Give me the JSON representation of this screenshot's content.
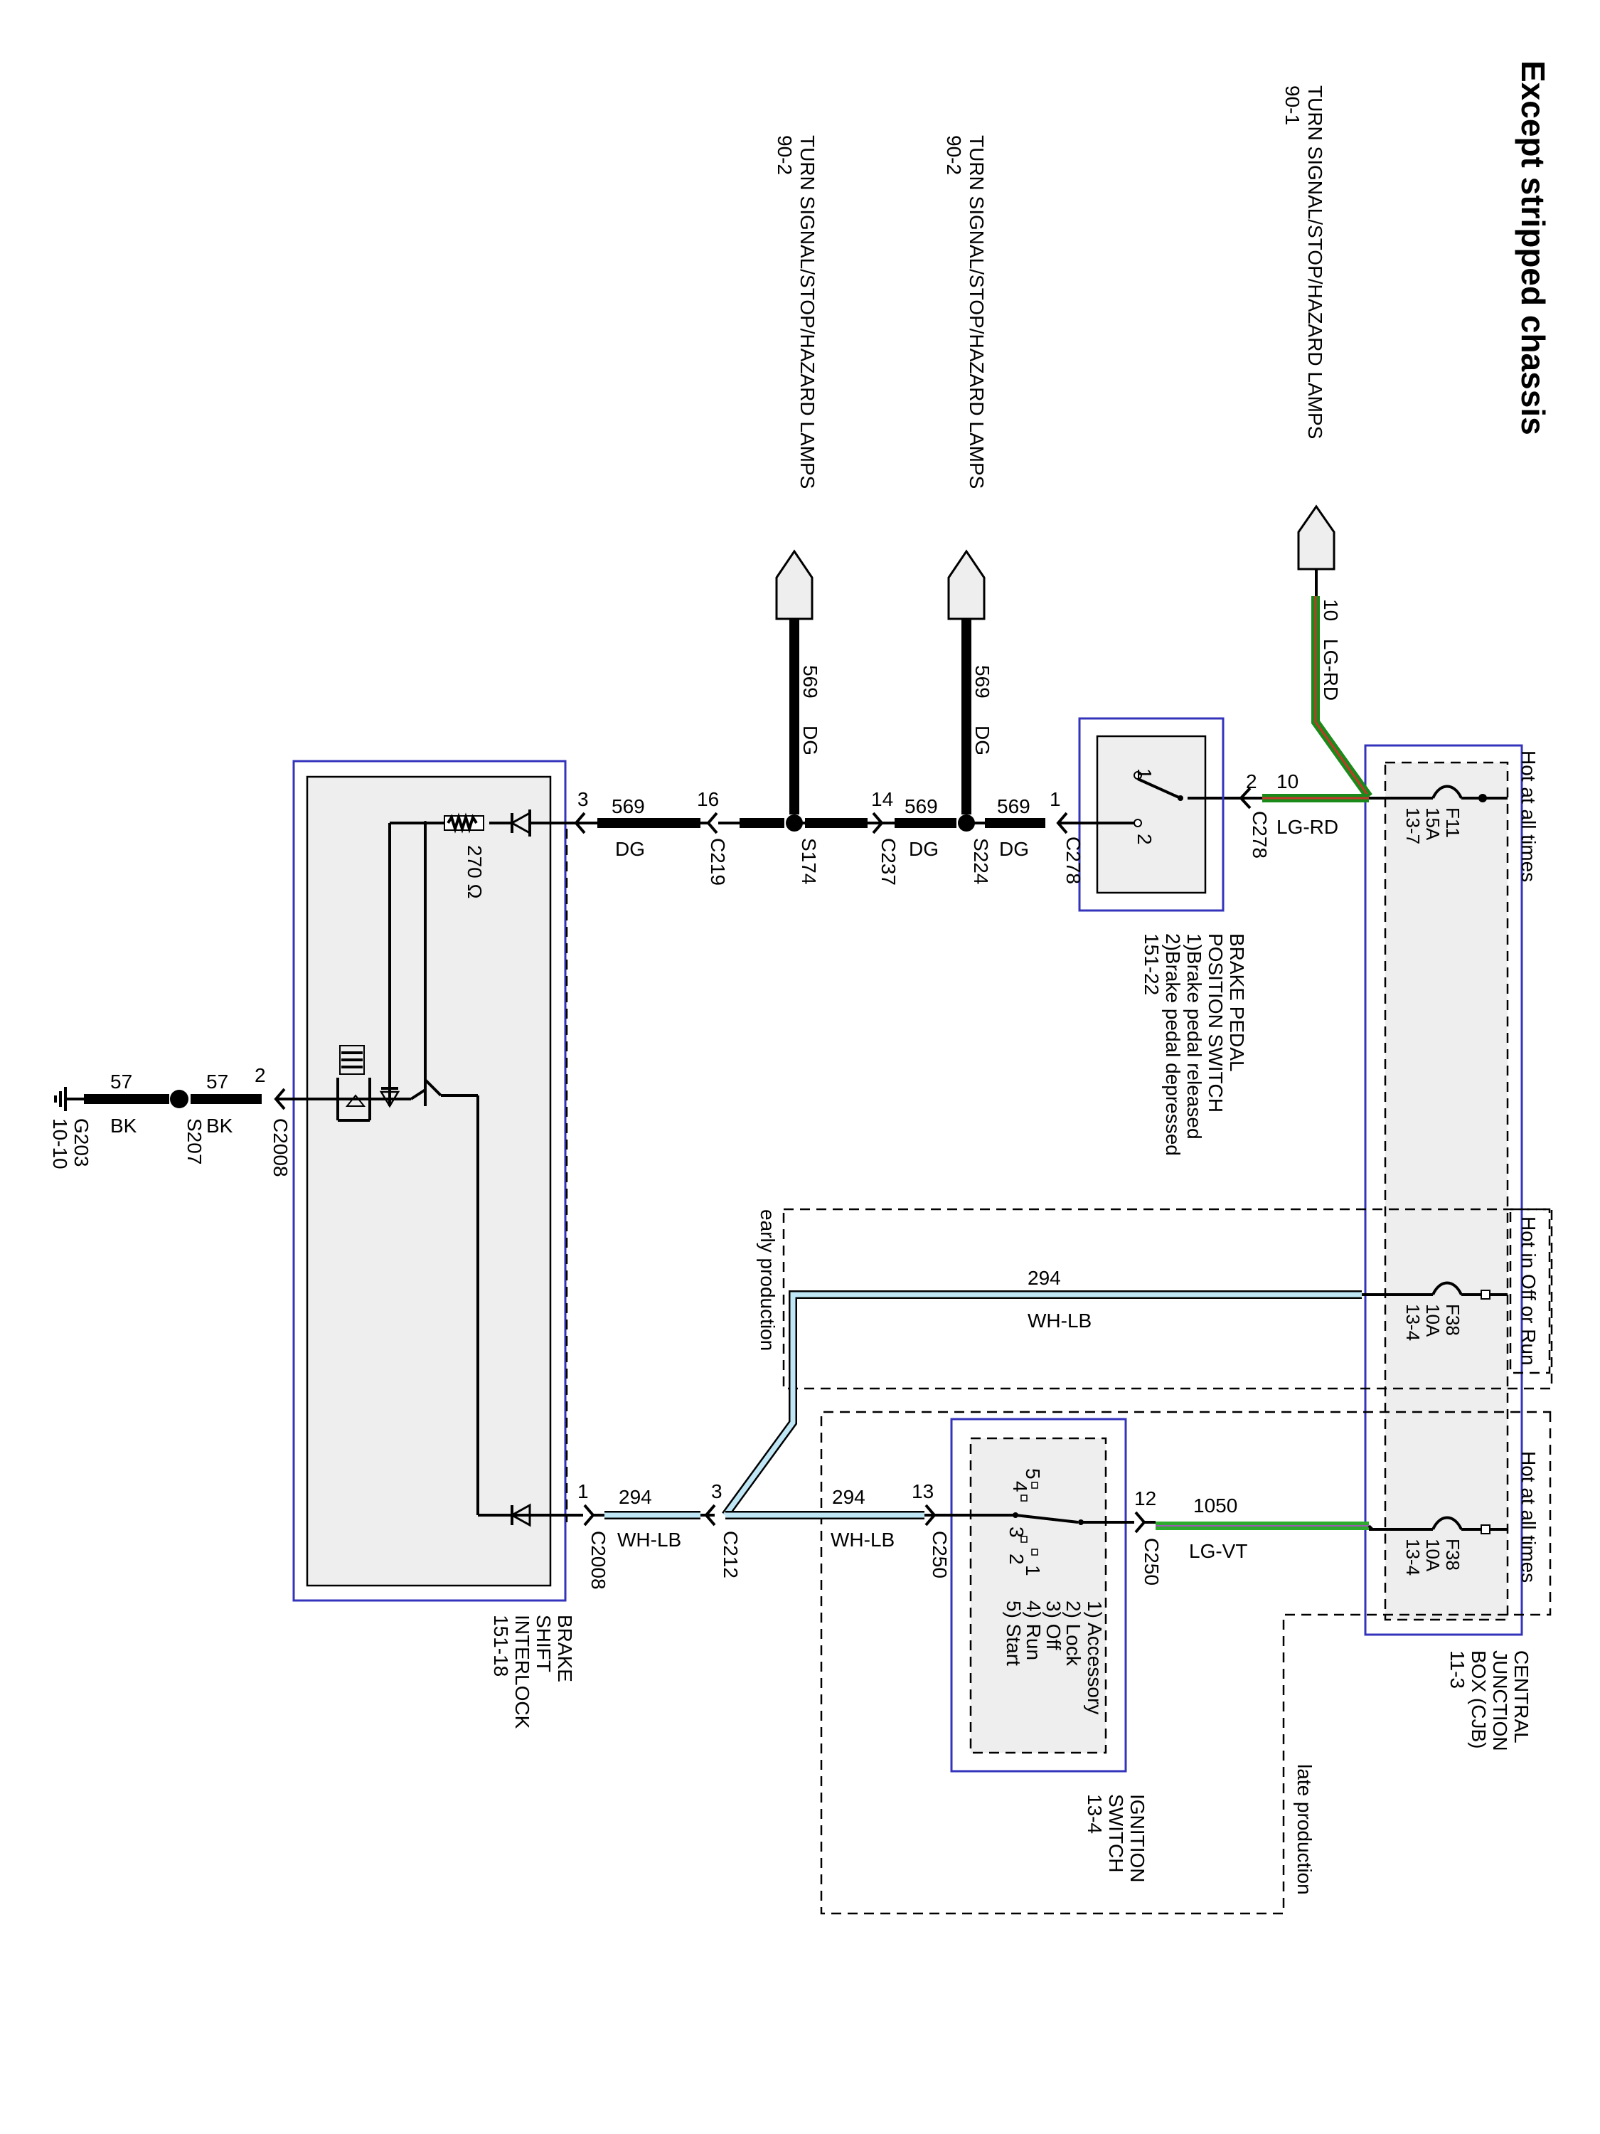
{
  "title": "Except stripped chassis",
  "destinations": {
    "lamps_top_name": "TURN SIGNAL/STOP/HAZARD LAMPS",
    "lamps_top_ref": "90-1",
    "lamps_mid_name": "TURN SIGNAL/STOP/HAZARD LAMPS",
    "lamps_mid_ref": "90-2",
    "lamps_low_name": "TURN SIGNAL/STOP/HAZARD LAMPS",
    "lamps_low_ref": "90-2"
  },
  "power_labels": {
    "hot_all_times_1": "Hot at all times",
    "hot_off_run": "Hot in Off or Run",
    "hot_all_times_2": "Hot at all times"
  },
  "fuses": {
    "f11_name": "F11",
    "f11_amp": "15A",
    "f11_ref": "13-7",
    "f38a_name": "F38",
    "f38a_amp": "10A",
    "f38a_ref": "13-4",
    "f38b_name": "F38",
    "f38b_amp": "10A",
    "f38b_ref": "13-4"
  },
  "cjb": {
    "line1": "CENTRAL",
    "line2": "JUNCTION",
    "line3": "BOX (CJB)",
    "ref": "11-3"
  },
  "bpp": {
    "line1": "BRAKE PEDAL",
    "line2": "POSITION SWITCH",
    "state1": "1)Brake pedal released",
    "state2": "2)Brake pedal depressed",
    "ref": "151-22",
    "pos1": "1",
    "pos2": "2"
  },
  "bsi": {
    "line1": "BRAKE",
    "line2": "SHIFT",
    "line3": "INTERLOCK",
    "ref": "151-18",
    "resistor": "270 Ω"
  },
  "ign": {
    "line1": "IGNITION",
    "line2": "SWITCH",
    "ref": "13-4",
    "pos1": "1) Accessory",
    "pos2": "2) Lock",
    "pos3": "3) Off",
    "pos4": "4) Run",
    "pos5": "5) Start",
    "n1": "1",
    "n2": "2",
    "n3": "3",
    "n4": "4",
    "n5": "5"
  },
  "wires": {
    "w10_num": "10",
    "w10_color": "LG-RD",
    "w10b_num": "10",
    "w10b_color": "LG-RD",
    "w569a_num": "569",
    "w569a_color": "DG",
    "w569b_num": "569",
    "w569b_color": "DG",
    "w569c_num": "569",
    "w569c_color": "DG",
    "w569d_num": "569",
    "w569d_color": "DG",
    "w569e_num": "569",
    "w569e_color": "DG",
    "w294a_num": "294",
    "w294a_color": "WH-LB",
    "w294b_num": "294",
    "w294b_color": "WH-LB",
    "w294c_num": "294",
    "w294c_color": "WH-LB",
    "w1050_num": "1050",
    "w1050_color": "LG-VT",
    "w57a_num": "57",
    "w57a_color": "BK",
    "w57b_num": "57",
    "w57b_color": "BK"
  },
  "connectors": {
    "c278a": "C278",
    "c278a_pin": "2",
    "c278b": "C278",
    "c278b_pin": "1",
    "c237": "C237",
    "c237_pin": "14",
    "c219": "C219",
    "c219_pin": "16",
    "c2008a": "C2008",
    "c2008a_pin": "3",
    "c2008b": "C2008",
    "c2008b_pin": "2",
    "c2008c": "C2008",
    "c2008c_pin": "1",
    "c212": "C212",
    "c212_pin": "3",
    "c250a": "C250",
    "c250a_pin": "13",
    "c250b": "C250",
    "c250b_pin": "12"
  },
  "splices": {
    "s224": "S224",
    "s174": "S174",
    "s207": "S207"
  },
  "ground": {
    "name": "G203",
    "ref": "10-10"
  },
  "production": {
    "early": "early production",
    "late": "late production"
  }
}
